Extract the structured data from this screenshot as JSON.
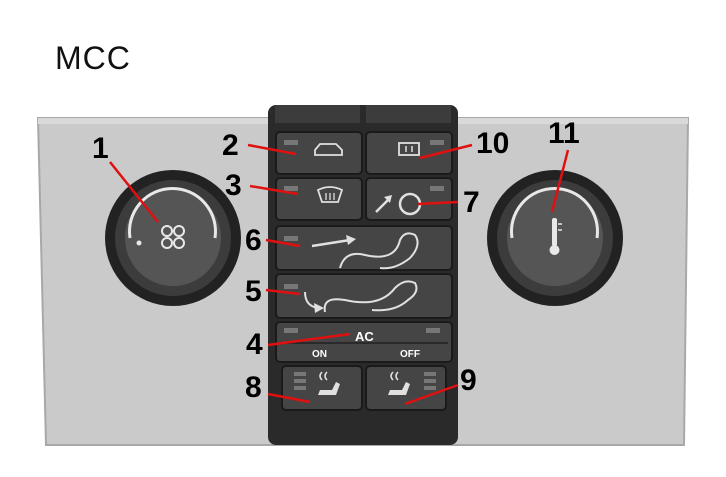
{
  "title": "MCC",
  "panel": {
    "ac_label": "AC",
    "ac_on_label": "ON",
    "ac_off_label": "OFF"
  },
  "callouts": [
    "1",
    "2",
    "3",
    "4",
    "5",
    "6",
    "7",
    "8",
    "9",
    "10",
    "11"
  ],
  "colors": {
    "panel": "#c9c9c9",
    "button": "#3a3a3a",
    "knob": "#2b2b2b",
    "callout_line": "#e01010",
    "text": "#000000"
  },
  "icons": {
    "knob_left": "fan-icon",
    "knob_right": "thermometer-icon",
    "button_2": "car-recirculation-icon",
    "button_3": "windshield-defrost-icon",
    "button_10": "rear-defrost-icon",
    "button_7": "auto-circle-icon",
    "button_6": "airflow-upper-icon",
    "button_5": "airflow-floor-icon",
    "button_8": "seat-heater-left-icon",
    "button_9": "seat-heater-right-icon"
  }
}
